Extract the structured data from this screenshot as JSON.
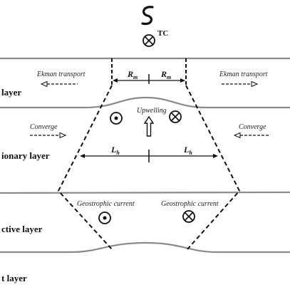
{
  "storm": {
    "symbol": "tropical-cyclone-icon",
    "label": "TC"
  },
  "layers": {
    "mixed": "layer",
    "transition": "ionary layer",
    "seasonal": "ctive layer",
    "bottom": "t layer"
  },
  "labels": {
    "ekman_left": "Ekman transport",
    "ekman_right": "Ekman transport",
    "rm_left": "Rm",
    "rm_right": "Rm",
    "upwelling": "Upwelling",
    "converge_left": "Converge",
    "converge_right": "Converge",
    "lh_left": "Lh",
    "lh_right": "Lh",
    "geo_left": "Geostrophic current",
    "geo_right": "Geostrophic current"
  },
  "colors": {
    "line": "#8a8a8a",
    "ink": "#111111"
  }
}
